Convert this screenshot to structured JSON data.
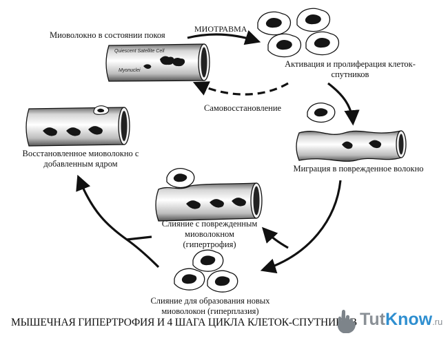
{
  "labels": {
    "resting_fiber": "Миоволокно в состоянии покоя",
    "myotrauma": "МИОТРАВМА",
    "activation_line1": "Активация и пролиферация клеток-",
    "activation_line2": "спутников",
    "self_repair": "Самовосстановление",
    "migration": "Миграция в поврежденное волокно",
    "restored_line1": "Восстановленное миоволокно с",
    "restored_line2": "добавленным ядром",
    "fusion_damaged_line1": "Слияние с поврежденным",
    "fusion_damaged_line2": "миоволокном",
    "fusion_damaged_line3": "(гипертрофия)",
    "fusion_new_line1": "Слияние для образования новых",
    "fusion_new_line2": "миоволокон (гиперплазия)"
  },
  "fiber_text": {
    "satellite_cell": "Quiescent Satellite Cell",
    "myonuclei": "Myonuclei"
  },
  "caption": "МЫШЕЧНАЯ ГИПЕРТРОФИЯ И 4 ШАГА ЦИКЛА КЛЕТОК-СПУТНИКОВ",
  "watermark": {
    "part1": "Tut",
    "part2": "Know",
    "part3": ".ru"
  },
  "colors": {
    "ink": "#111111",
    "watermark_gray": "#8a9096",
    "watermark_blue": "#2f8fd0"
  }
}
